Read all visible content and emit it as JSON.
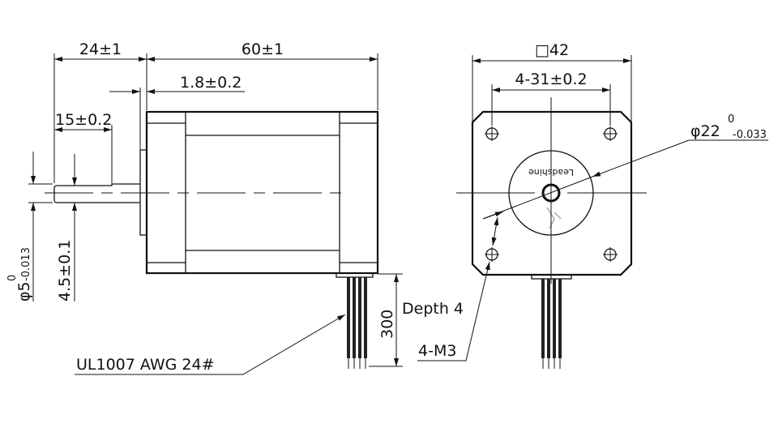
{
  "side_view": {
    "dim_shaft_length": "24±1",
    "dim_body_length": "60±1",
    "dim_pilot_height": "1.8±0.2",
    "dim_flat_length": "15±0.2",
    "dim_shaft_diameter": "φ5",
    "dim_shaft_diameter_upper_tol": "0",
    "dim_shaft_diameter_lower_tol": "-0.013",
    "dim_flat_depth": "4.5±0.1",
    "dim_lead_length": "300",
    "depth_note": "Depth 4",
    "wire_spec": "UL1007 AWG 24#"
  },
  "front_view": {
    "dim_frame_size": "□42",
    "dim_hole_spacing": "4-31±0.2",
    "dim_pilot_diameter": "φ22",
    "dim_pilot_upper_tol": "0",
    "dim_pilot_lower_tol": "-0.033",
    "hole_spec": "4-M3",
    "logo_text": "Leadshine"
  }
}
